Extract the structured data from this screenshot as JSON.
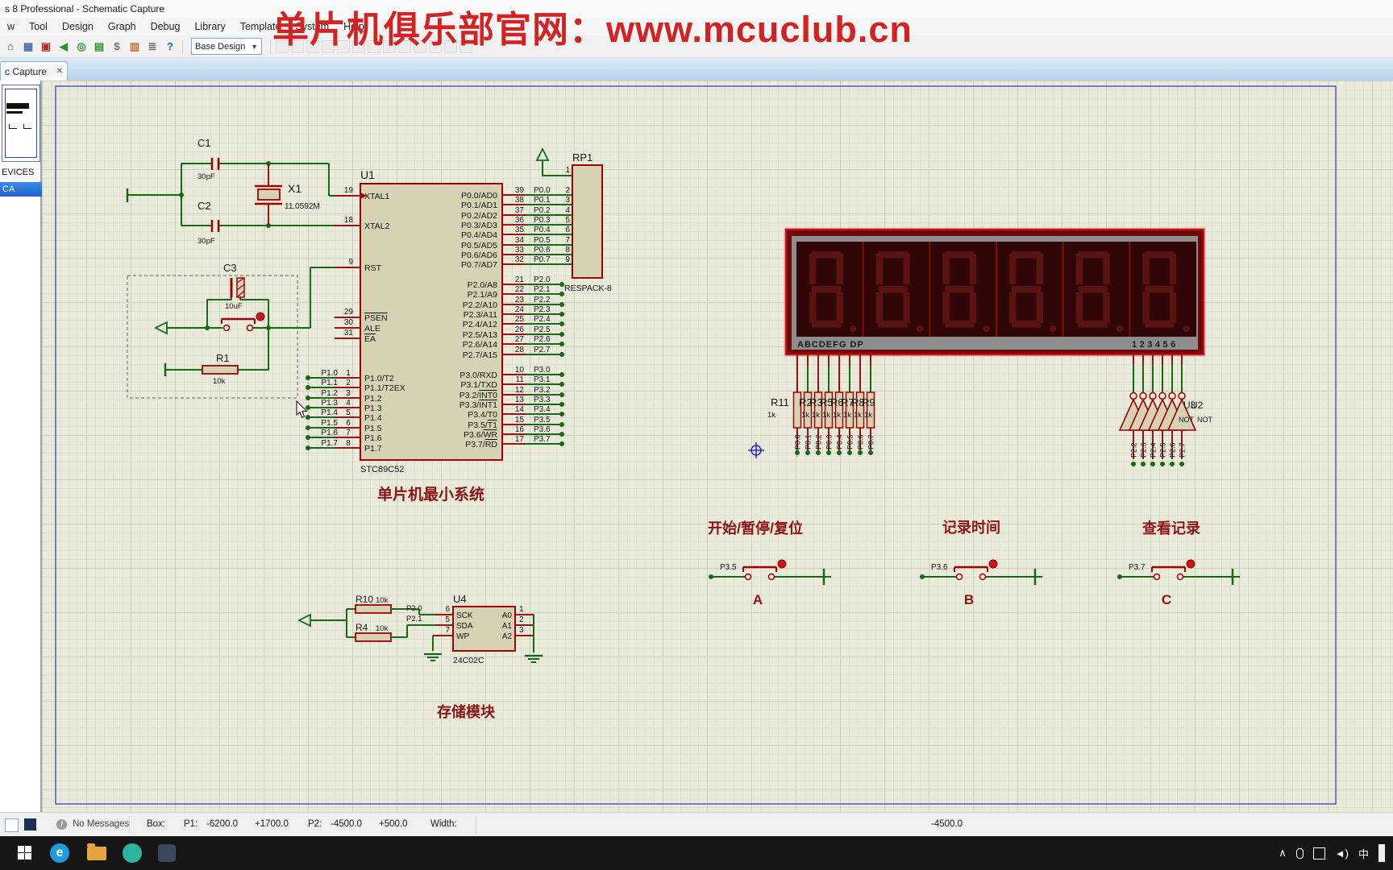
{
  "window": {
    "title": "s 8 Professional - Schematic Capture"
  },
  "watermark": {
    "text": "单片机俱乐部官网：www.mcuclub.cn"
  },
  "menu": {
    "items": [
      "w",
      "Tool",
      "Design",
      "Graph",
      "Debug",
      "Library",
      "Template",
      "System",
      "Help"
    ]
  },
  "toolbar": {
    "design_combo": "Base Design",
    "icons": [
      {
        "name": "home-icon",
        "glyph": "⌂",
        "color": "#555555"
      },
      {
        "name": "grid-icon",
        "glyph": "▦",
        "color": "#4a6fa5"
      },
      {
        "name": "chip-icon",
        "glyph": "▣",
        "color": "#b03030"
      },
      {
        "name": "rewind-icon",
        "glyph": "◀",
        "color": "#2f8f2f"
      },
      {
        "name": "world-icon",
        "glyph": "◎",
        "color": "#2f8f2f"
      },
      {
        "name": "book-icon",
        "glyph": "▤",
        "color": "#2f8f2f"
      },
      {
        "name": "bom-icon",
        "glyph": "$",
        "color": "#707070"
      },
      {
        "name": "measure-icon",
        "glyph": "▥",
        "color": "#c07030"
      },
      {
        "name": "notes-icon",
        "glyph": "≣",
        "color": "#707070"
      },
      {
        "name": "help-icon",
        "glyph": "?",
        "color": "#1a62c0"
      }
    ],
    "faded_icons": [
      "redraw-icon",
      "grab-icon",
      "zoom-in-icon",
      "zoom-out-icon",
      "zoom-all-icon",
      "zoom-area-icon",
      "undo-icon",
      "redo-icon",
      "cut-icon",
      "copy-icon",
      "paste-icon",
      "block-copy-icon",
      "block-move-icon"
    ]
  },
  "tab": {
    "label": "c Capture",
    "close": "✕"
  },
  "sidebar": {
    "devices_header": "EVICES",
    "selected_device": "CA"
  },
  "schematic": {
    "c1": {
      "ref": "C1",
      "value": "30pF"
    },
    "c2": {
      "ref": "C2",
      "value": "30pF"
    },
    "c3": {
      "ref": "C3",
      "value": "10uF"
    },
    "x1": {
      "ref": "X1",
      "value": "11.0592M"
    },
    "r1": {
      "ref": "R1",
      "value": "10k"
    },
    "u1": {
      "ref": "U1",
      "part": "STC89C52",
      "ctrl_pins": [
        {
          "num": "19",
          "name": "XTAL1"
        },
        {
          "num": "18",
          "name": "XTAL2"
        },
        {
          "num": "9",
          "name": "RST"
        },
        {
          "num": "29",
          "name": "~PSEN"
        },
        {
          "num": "30",
          "name": "ALE"
        },
        {
          "num": "31",
          "name": "~EA"
        }
      ],
      "p1_pins": [
        {
          "num": "1",
          "name": "P1.0/T2",
          "net": "P1.0"
        },
        {
          "num": "2",
          "name": "P1.1/T2EX",
          "net": "P1.1"
        },
        {
          "num": "3",
          "name": "P1.2",
          "net": "P1.2"
        },
        {
          "num": "4",
          "name": "P1.3",
          "net": "P1.3"
        },
        {
          "num": "5",
          "name": "P1.4",
          "net": "P1.4"
        },
        {
          "num": "6",
          "name": "P1.5",
          "net": "P1.5"
        },
        {
          "num": "7",
          "name": "P1.6",
          "net": "P1.6"
        },
        {
          "num": "8",
          "name": "P1.7",
          "net": "P1.7"
        }
      ],
      "p0_pins": [
        {
          "num": "39",
          "name": "P0.0/AD0",
          "net": "P0.0",
          "rp": "2"
        },
        {
          "num": "38",
          "name": "P0.1/AD1",
          "net": "P0.1",
          "rp": "3"
        },
        {
          "num": "37",
          "name": "P0.2/AD2",
          "net": "P0.2",
          "rp": "4"
        },
        {
          "num": "36",
          "name": "P0.3/AD3",
          "net": "P0.3",
          "rp": "5"
        },
        {
          "num": "35",
          "name": "P0.4/AD4",
          "net": "P0.4",
          "rp": "6"
        },
        {
          "num": "34",
          "name": "P0.5/AD5",
          "net": "P0.5",
          "rp": "7"
        },
        {
          "num": "33",
          "name": "P0.6/AD6",
          "net": "P0.6",
          "rp": "8"
        },
        {
          "num": "32",
          "name": "P0.7/AD7",
          "net": "P0.7",
          "rp": "9"
        }
      ],
      "p2_pins": [
        {
          "num": "21",
          "name": "P2.0/A8",
          "net": "P2.0"
        },
        {
          "num": "22",
          "name": "P2.1/A9",
          "net": "P2.1"
        },
        {
          "num": "23",
          "name": "P2.2/A10",
          "net": "P2.2"
        },
        {
          "num": "24",
          "name": "P2.3/A11",
          "net": "P2.3"
        },
        {
          "num": "25",
          "name": "P2.4/A12",
          "net": "P2.4"
        },
        {
          "num": "26",
          "name": "P2.5/A13",
          "net": "P2.5"
        },
        {
          "num": "27",
          "name": "P2.6/A14",
          "net": "P2.6"
        },
        {
          "num": "28",
          "name": "P2.7/A15",
          "net": "P2.7"
        }
      ],
      "p3_pins": [
        {
          "num": "10",
          "name": "P3.0/RXD",
          "net": "P3.0"
        },
        {
          "num": "11",
          "name": "P3.1/TXD",
          "net": "P3.1"
        },
        {
          "num": "12",
          "name": "P3.2/~INT0",
          "net": "P3.2"
        },
        {
          "num": "13",
          "name": "P3.3/~INT1",
          "net": "P3.3"
        },
        {
          "num": "14",
          "name": "P3.4/T0",
          "net": "P3.4"
        },
        {
          "num": "15",
          "name": "P3.5/~T1",
          "net": "P3.5"
        },
        {
          "num": "16",
          "name": "P3.6/~WR",
          "net": "P3.6"
        },
        {
          "num": "17",
          "name": "P3.7/~RD",
          "net": "P3.7"
        }
      ]
    },
    "rp1": {
      "ref": "RP1",
      "part": "RESPACK-8",
      "pin1": "1"
    },
    "display": {
      "digits": [
        "8.",
        "8.",
        "8.",
        "8.",
        "8.",
        "8."
      ],
      "seg_caption": "ABCDEFG DP",
      "pin_caption": "123456"
    },
    "rnet": {
      "refs": [
        "R11",
        "R2",
        "R3",
        "R5",
        "R6",
        "R7",
        "R8",
        "R9"
      ],
      "values": [
        "1k",
        "1k",
        "1k",
        "1k",
        "1k",
        "1k",
        "1k",
        "1k"
      ],
      "nets": [
        "P0.0",
        "P0.1",
        "P0.2",
        "P0.3",
        "P0.4",
        "P0.5",
        "P0.6",
        "P0.7"
      ]
    },
    "gates": {
      "refs": [
        "U3",
        "U2"
      ],
      "labels": [
        "NOT",
        "NOT"
      ],
      "nets": [
        "P2.2",
        "P2.3",
        "P2.4",
        "P2.5",
        "P2.6",
        "P2.7"
      ]
    },
    "buttons": [
      {
        "net": "P3.5",
        "label": "A"
      },
      {
        "net": "P3.6",
        "label": "B"
      },
      {
        "net": "P3.7",
        "label": "C"
      }
    ],
    "u4": {
      "ref": "U4",
      "part": "24C02C",
      "left_pins": [
        {
          "num": "6",
          "name": "SCK"
        },
        {
          "num": "5",
          "name": "SDA"
        },
        {
          "num": "7",
          "name": "WP"
        }
      ],
      "right_pins": [
        {
          "num": "1",
          "name": "A0"
        },
        {
          "num": "2",
          "name": "A1"
        },
        {
          "num": "3",
          "name": "A2"
        }
      ],
      "r10": {
        "ref": "R10",
        "value": "10k"
      },
      "r4": {
        "ref": "R4",
        "value": "10k"
      },
      "nets": [
        "P2.0",
        "P2.1"
      ]
    },
    "captions": {
      "system": "单片机最小系统",
      "btn_a": "开始/暂停/复位",
      "btn_b": "记录时间",
      "btn_c": "查看记录",
      "storage": "存储模块"
    }
  },
  "statusbar": {
    "message": "No Messages",
    "box": "Box:",
    "p1": "P1:",
    "p1x": "-6200.0",
    "p1y": "+1700.0",
    "p2": "P2:",
    "p2x": "-4500.0",
    "p2y": "+500.0",
    "width": "Width:",
    "value_right": "-4500.0"
  },
  "taskbar": {
    "ime": "中"
  }
}
